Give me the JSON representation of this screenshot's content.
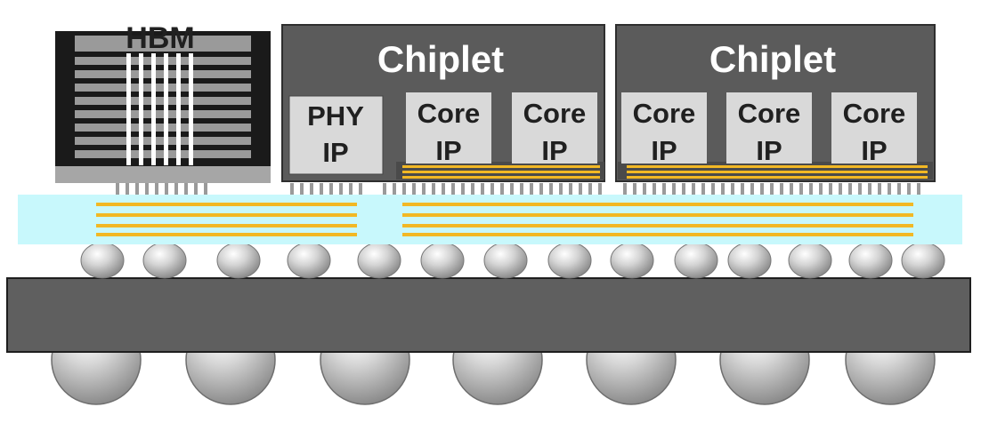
{
  "hbm": {
    "label": "HBM"
  },
  "chiplets": [
    {
      "title": "Chiplet",
      "blocks": [
        {
          "line1": "PHY",
          "line2": "IP"
        },
        {
          "line1": "Core",
          "line2": "IP"
        },
        {
          "line1": "Core",
          "line2": "IP"
        }
      ]
    },
    {
      "title": "Chiplet",
      "blocks": [
        {
          "line1": "Core",
          "line2": "IP"
        },
        {
          "line1": "Core",
          "line2": "IP"
        },
        {
          "line1": "Core",
          "line2": "IP"
        }
      ]
    }
  ],
  "colors": {
    "chiplet_body": "#5b5b5b",
    "ip_block": "#d9d9d9",
    "interposer": "#c8f8fc",
    "wire": "#f2b824",
    "substrate": "#5f5f5f",
    "bump": "#c9c9c9",
    "hbm_body": "#1a1a1a",
    "hbm_stripe": "#9a9a9a"
  }
}
